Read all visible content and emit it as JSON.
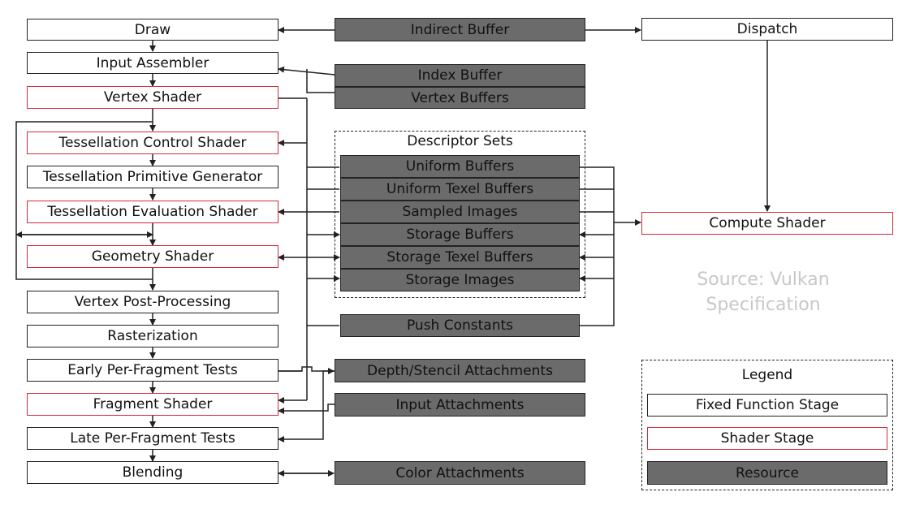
{
  "pipeline": {
    "draw": "Draw",
    "input_assembler": "Input Assembler",
    "vertex_shader": "Vertex Shader",
    "tess_control": "Tessellation Control Shader",
    "tess_primitive": "Tessellation Primitive Generator",
    "tess_eval": "Tessellation Evaluation Shader",
    "geometry_shader": "Geometry Shader",
    "vertex_post": "Vertex Post-Processing",
    "rasterization": "Rasterization",
    "early_tests": "Early Per-Fragment Tests",
    "fragment_shader": "Fragment Shader",
    "late_tests": "Late Per-Fragment Tests",
    "blending": "Blending"
  },
  "resources": {
    "indirect_buffer": "Indirect Buffer",
    "index_buffer": "Index Buffer",
    "vertex_buffers": "Vertex Buffers",
    "descriptor_sets_title": "Descriptor Sets",
    "descriptor_items": [
      "Uniform Buffers",
      "Uniform Texel Buffers",
      "Sampled Images",
      "Storage Buffers",
      "Storage Texel Buffers",
      "Storage Images"
    ],
    "push_constants": "Push Constants",
    "depth_stencil": "Depth/Stencil Attachments",
    "input_attachments": "Input Attachments",
    "color_attachments": "Color Attachments"
  },
  "compute": {
    "dispatch": "Dispatch",
    "compute_shader": "Compute Shader"
  },
  "source": {
    "line1": "Source: Vulkan",
    "line2": "Specification"
  },
  "legend": {
    "title": "Legend",
    "fixed": "Fixed Function Stage",
    "shader": "Shader Stage",
    "resource": "Resource"
  },
  "colors": {
    "shader_border": "#d42a3a",
    "resource_fill": "#6b6b6b",
    "line": "#222222",
    "source_text": "#c8c8c8"
  }
}
